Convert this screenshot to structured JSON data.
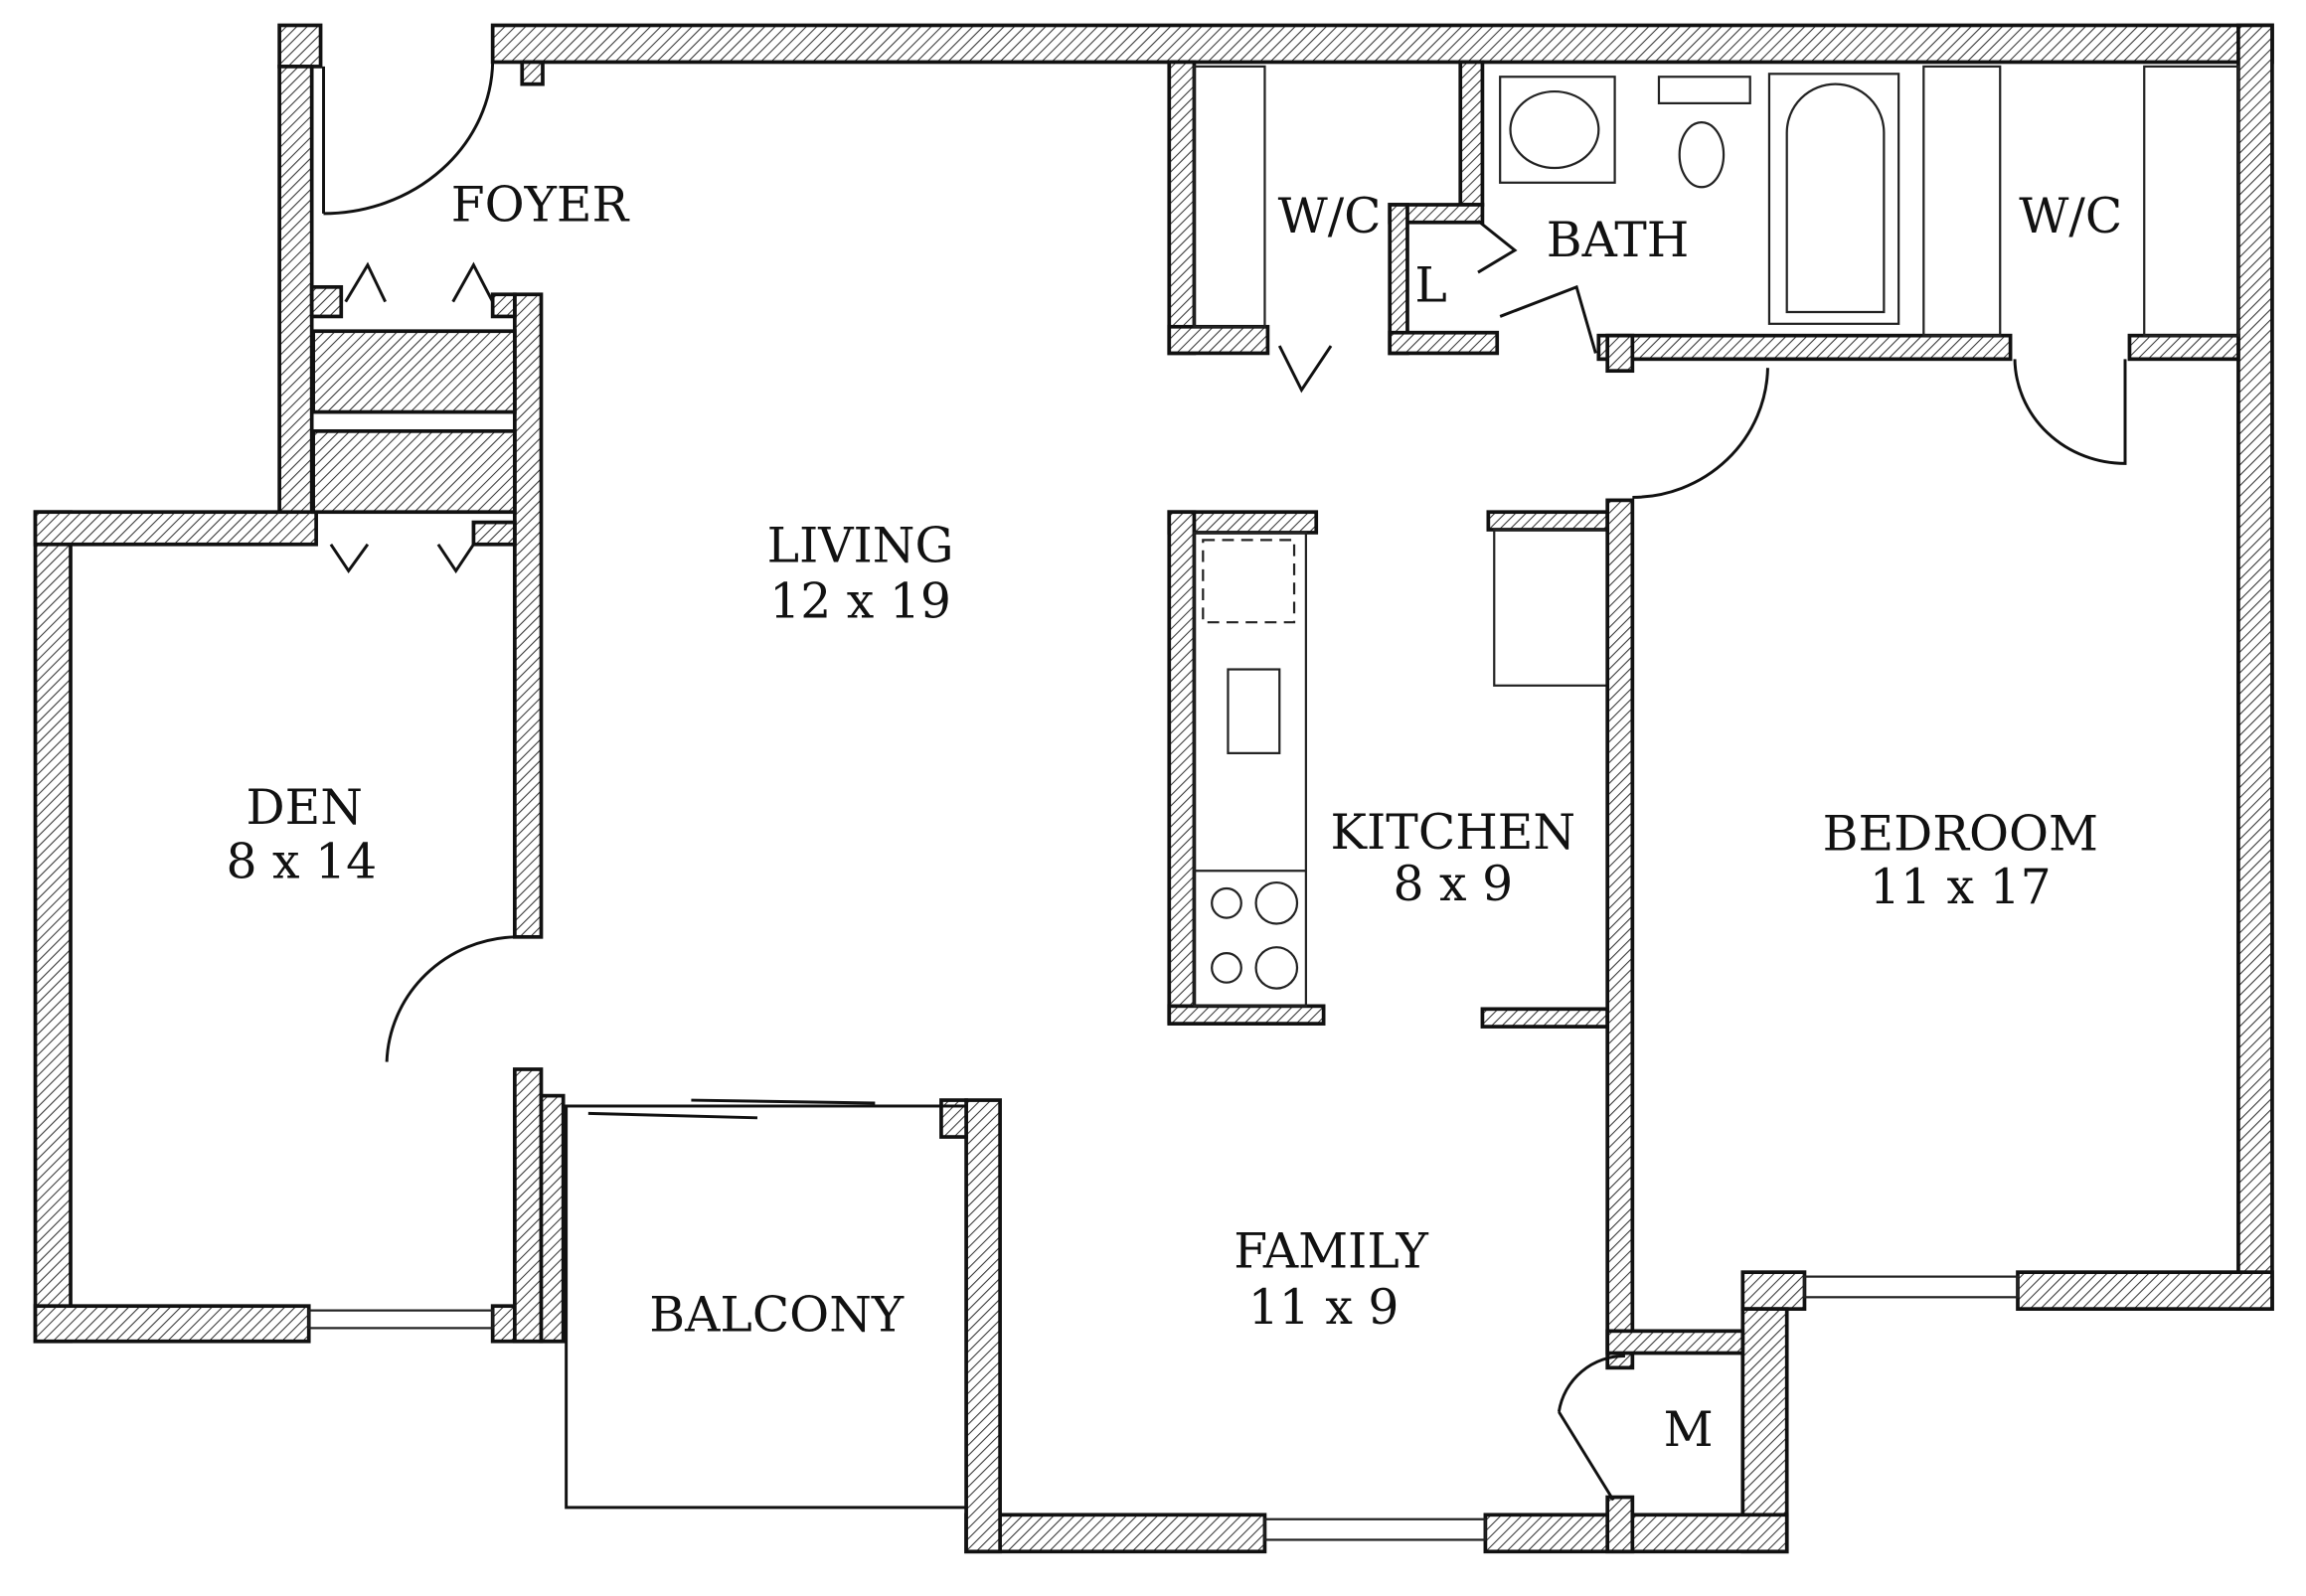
{
  "rooms": [
    {
      "name": "FOYER",
      "size": ""
    },
    {
      "name": "LIVING",
      "size": "12 x 19"
    },
    {
      "name": "DEN",
      "size": "8 x 14"
    },
    {
      "name": "KITCHEN",
      "size": "8 x 9"
    },
    {
      "name": "BEDROOM",
      "size": "11 x 17"
    },
    {
      "name": "FAMILY",
      "size": "11 x 9"
    },
    {
      "name": "BALCONY",
      "size": ""
    },
    {
      "name": "BATH",
      "size": ""
    },
    {
      "name": "W/C",
      "size": ""
    },
    {
      "name": "W/C",
      "size": ""
    },
    {
      "name": "L",
      "size": ""
    },
    {
      "name": "M",
      "size": ""
    }
  ],
  "colors": {
    "ink": "#111111",
    "paper": "#ffffff"
  }
}
